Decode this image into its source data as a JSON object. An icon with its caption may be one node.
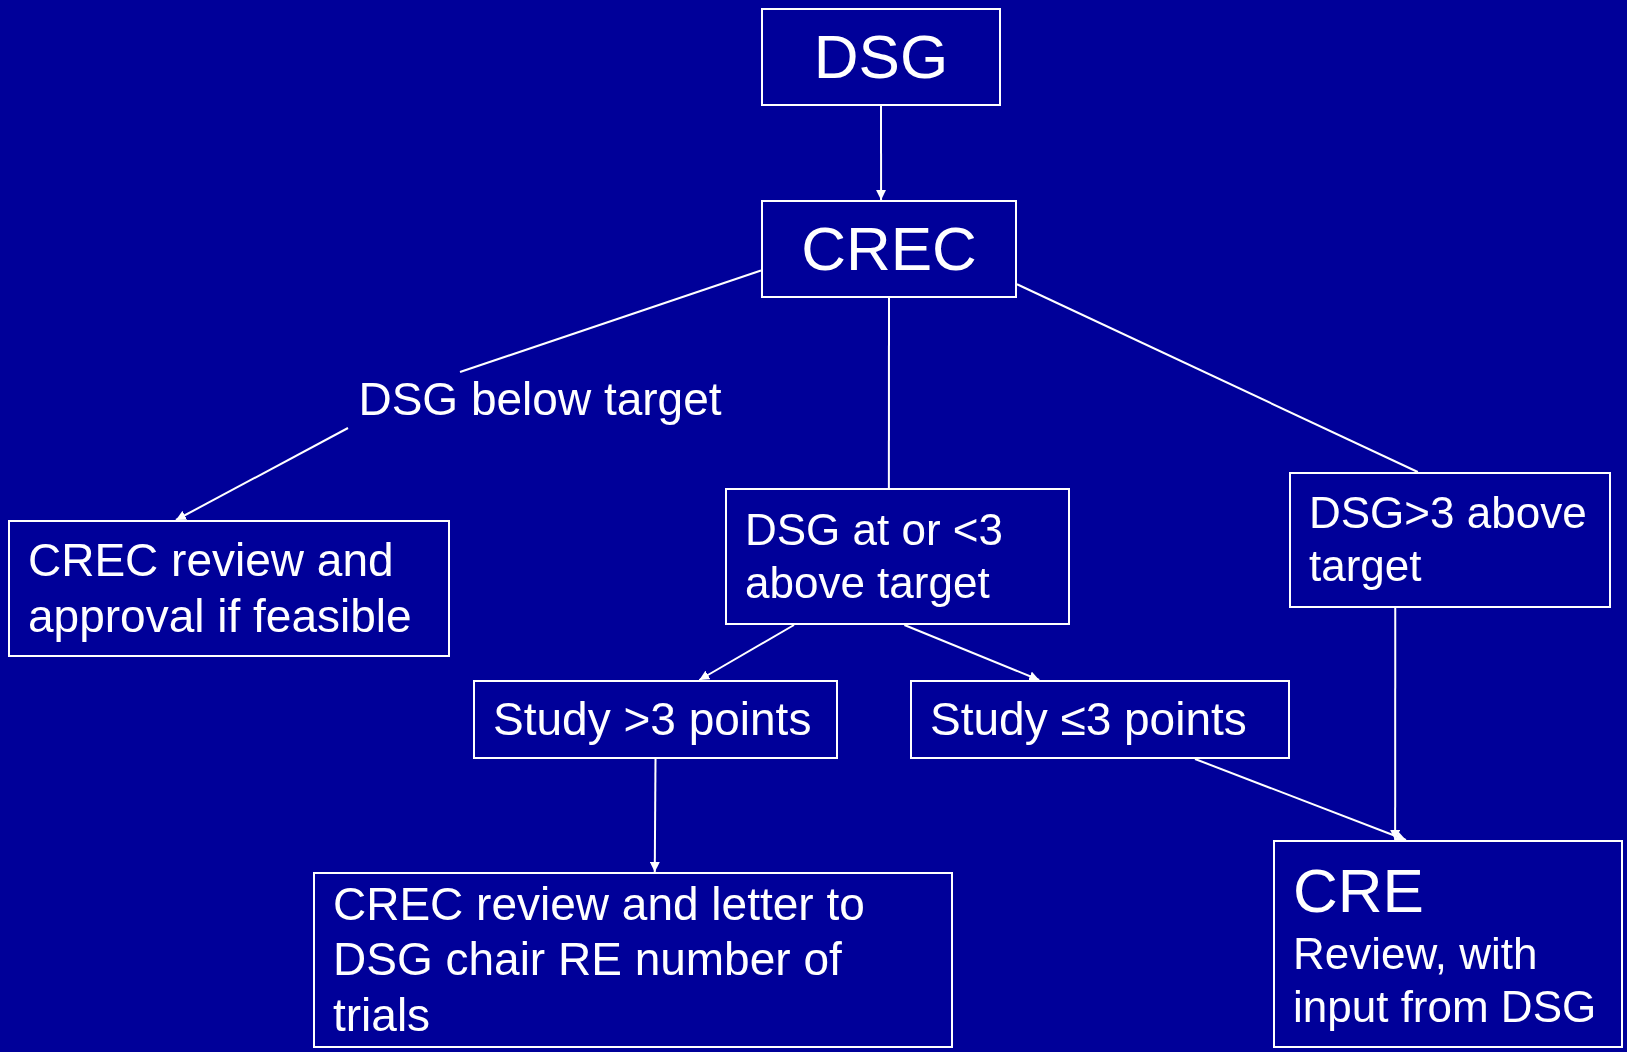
{
  "diagram": {
    "nodes": [
      {
        "text": [
          "DSG"
        ]
      },
      {
        "text": [
          "CREC"
        ]
      },
      {
        "text": [
          "DSG below target"
        ]
      },
      {
        "text": [
          "CREC review and approval if feasible"
        ]
      },
      {
        "text": [
          "DSG at or <3 above target"
        ]
      },
      {
        "text": [
          "DSG>3 above target"
        ]
      },
      {
        "text": [
          "Study >3 points"
        ]
      },
      {
        "text": [
          "Study ≤3 points"
        ]
      },
      {
        "text": [
          "CREC review and letter to DSG chair RE number of trials"
        ]
      },
      {
        "text": [
          "CRE",
          "Review, with input from DSG"
        ]
      }
    ],
    "edges": [
      {
        "from": 0,
        "to": 1,
        "arrow": "to"
      },
      {
        "from": 1,
        "to": 2,
        "arrow": "none"
      },
      {
        "from": 2,
        "to": 3,
        "arrow": "to"
      },
      {
        "from": 1,
        "to": 4,
        "arrow": "none"
      },
      {
        "from": 1,
        "to": 5,
        "arrow": "none"
      },
      {
        "from": 4,
        "to": 6,
        "arrow": "to"
      },
      {
        "from": 4,
        "to": 7,
        "arrow": "to"
      },
      {
        "from": 6,
        "to": 8,
        "arrow": "to"
      },
      {
        "from": 7,
        "to": 9,
        "arrow": "to"
      },
      {
        "from": 5,
        "to": 9,
        "arrow": "to"
      }
    ]
  }
}
